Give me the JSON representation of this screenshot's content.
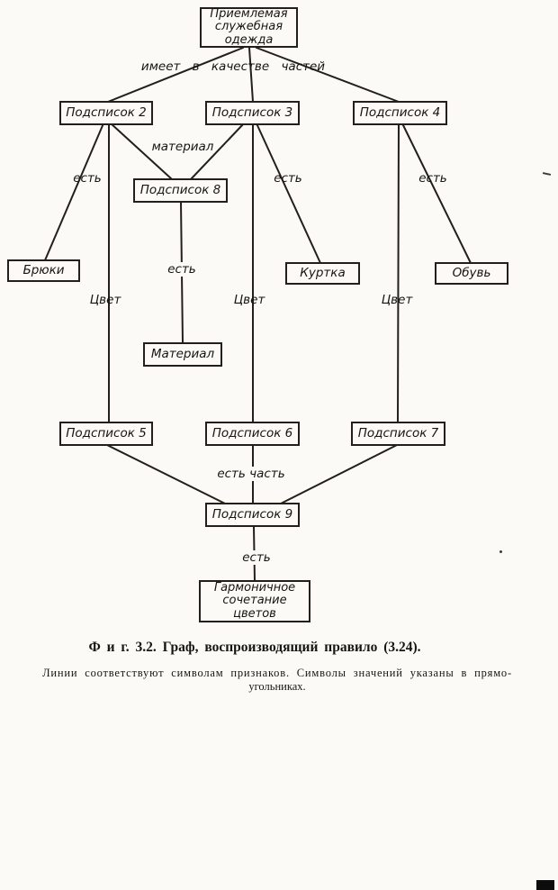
{
  "figure": {
    "caption": "Ф и г. 3.2. Граф, воспроизводящий правило (3.24).",
    "footnote_line1": "Линии соответствуют символам признаков. Символы значений указаны в прямо-",
    "footnote_line2": "угольниках."
  },
  "diagram": {
    "nodes": {
      "root": "Приемлемая\nслужебная\nодежда",
      "sub2": "Подсписок 2",
      "sub3": "Подсписок 3",
      "sub4": "Подсписок 4",
      "sub8": "Подсписок 8",
      "bryuki": "Брюки",
      "kurtka": "Куртка",
      "obuv": "Обувь",
      "material_value": "Материал",
      "sub5": "Подсписок 5",
      "sub6": "Подсписок 6",
      "sub7": "Подсписок 7",
      "sub9": "Подсписок 9",
      "harmony": "Гармоничное\nсочетание\nцветов"
    },
    "edge_labels": {
      "has_parts": "имеет в качестве частей",
      "material_attr": "материал",
      "est_bryuki": "есть",
      "est_kurtka": "есть",
      "est_obuv": "есть",
      "est_material": "есть",
      "cvet_left": "Цвет",
      "cvet_mid": "Цвет",
      "cvet_right": "Цвет",
      "est_chast": "есть часть",
      "est_harmony": "есть"
    }
  }
}
